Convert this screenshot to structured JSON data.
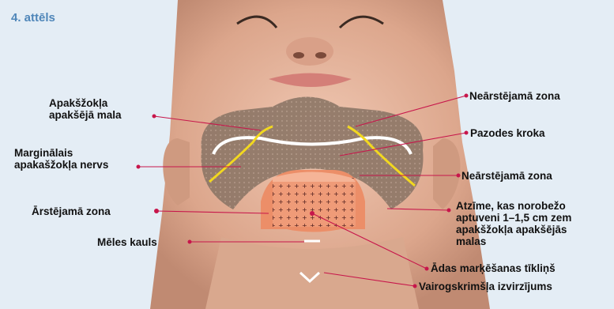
{
  "figure": {
    "title": "4. attēls",
    "labels": {
      "inner_edge": [
        "Apakšžokļa",
        "apakšējā mala"
      ],
      "nerve": [
        "Marginālais",
        "apakašžokļa nervs"
      ],
      "treat_zone": "Ārstējamā zona",
      "hyoid": "Mēles kauls",
      "no_treat_top": "Neārstējamā zona",
      "chin_fold": "Pazodes kroka",
      "no_treat_mid": "Neārstējamā zona",
      "marking": [
        "Atzīme, kas norobežo",
        "aptuveni 1–1,5 cm zem",
        "apakšžokļa apakšējās",
        "malas"
      ],
      "grid": "Ādas marķēšanas tīkliņš",
      "thyroid": "Vairogskrimšļa izvirzījums"
    }
  },
  "colors": {
    "title_blue": "#4f86b9",
    "leader_red": "#c7164b",
    "background": "#e4edf5",
    "skin": "#e6b59c",
    "zone_brown": "#8c7565",
    "treat_orange": "#ec8e68",
    "nerve_yellow": "#f2d81f"
  }
}
